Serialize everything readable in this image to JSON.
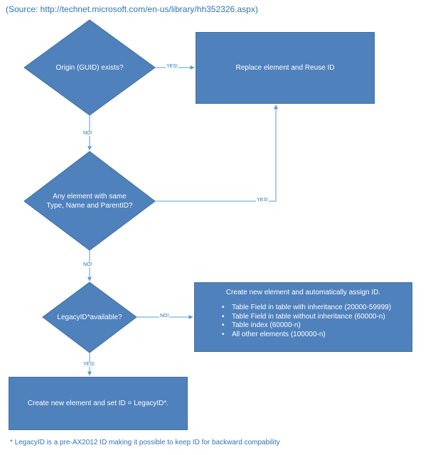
{
  "header": {
    "source": "(Source: http://technet.microsoft.com/en-us/library/hh352326.aspx)"
  },
  "decisions": {
    "origin": "Origin (GUID) exists?",
    "same_element_line1": "Any element with same",
    "same_element_line2": "Type, Name and ParentID?",
    "legacy": "LegacyID*available?"
  },
  "actions": {
    "replace": "Replace element and Reuse ID",
    "create_set": "Create new element and set ID = LegacyID*.",
    "create_auto": {
      "title": "Create new element and automatically assign ID.",
      "items": [
        "Table Field in table with inheritance (20000-59999)",
        "Table Field in table without inheritance (60000-n)",
        "Table index (60000-n)",
        "All other elements (100000-n)"
      ]
    }
  },
  "edges": {
    "origin_yes": "YES!",
    "origin_no": "NO!",
    "same_yes": "YES!",
    "same_no": "NO!",
    "legacy_no": "NO!",
    "legacy_yes": "YES!"
  },
  "footnote": "* LegacyID is a pre-AX2012 ID making it possible to keep ID for backward compability",
  "colors": {
    "shape_fill": "#4f81bd",
    "shape_border": "#41719c",
    "connector": "#5b9bd5",
    "label_text": "#2e75b6"
  }
}
